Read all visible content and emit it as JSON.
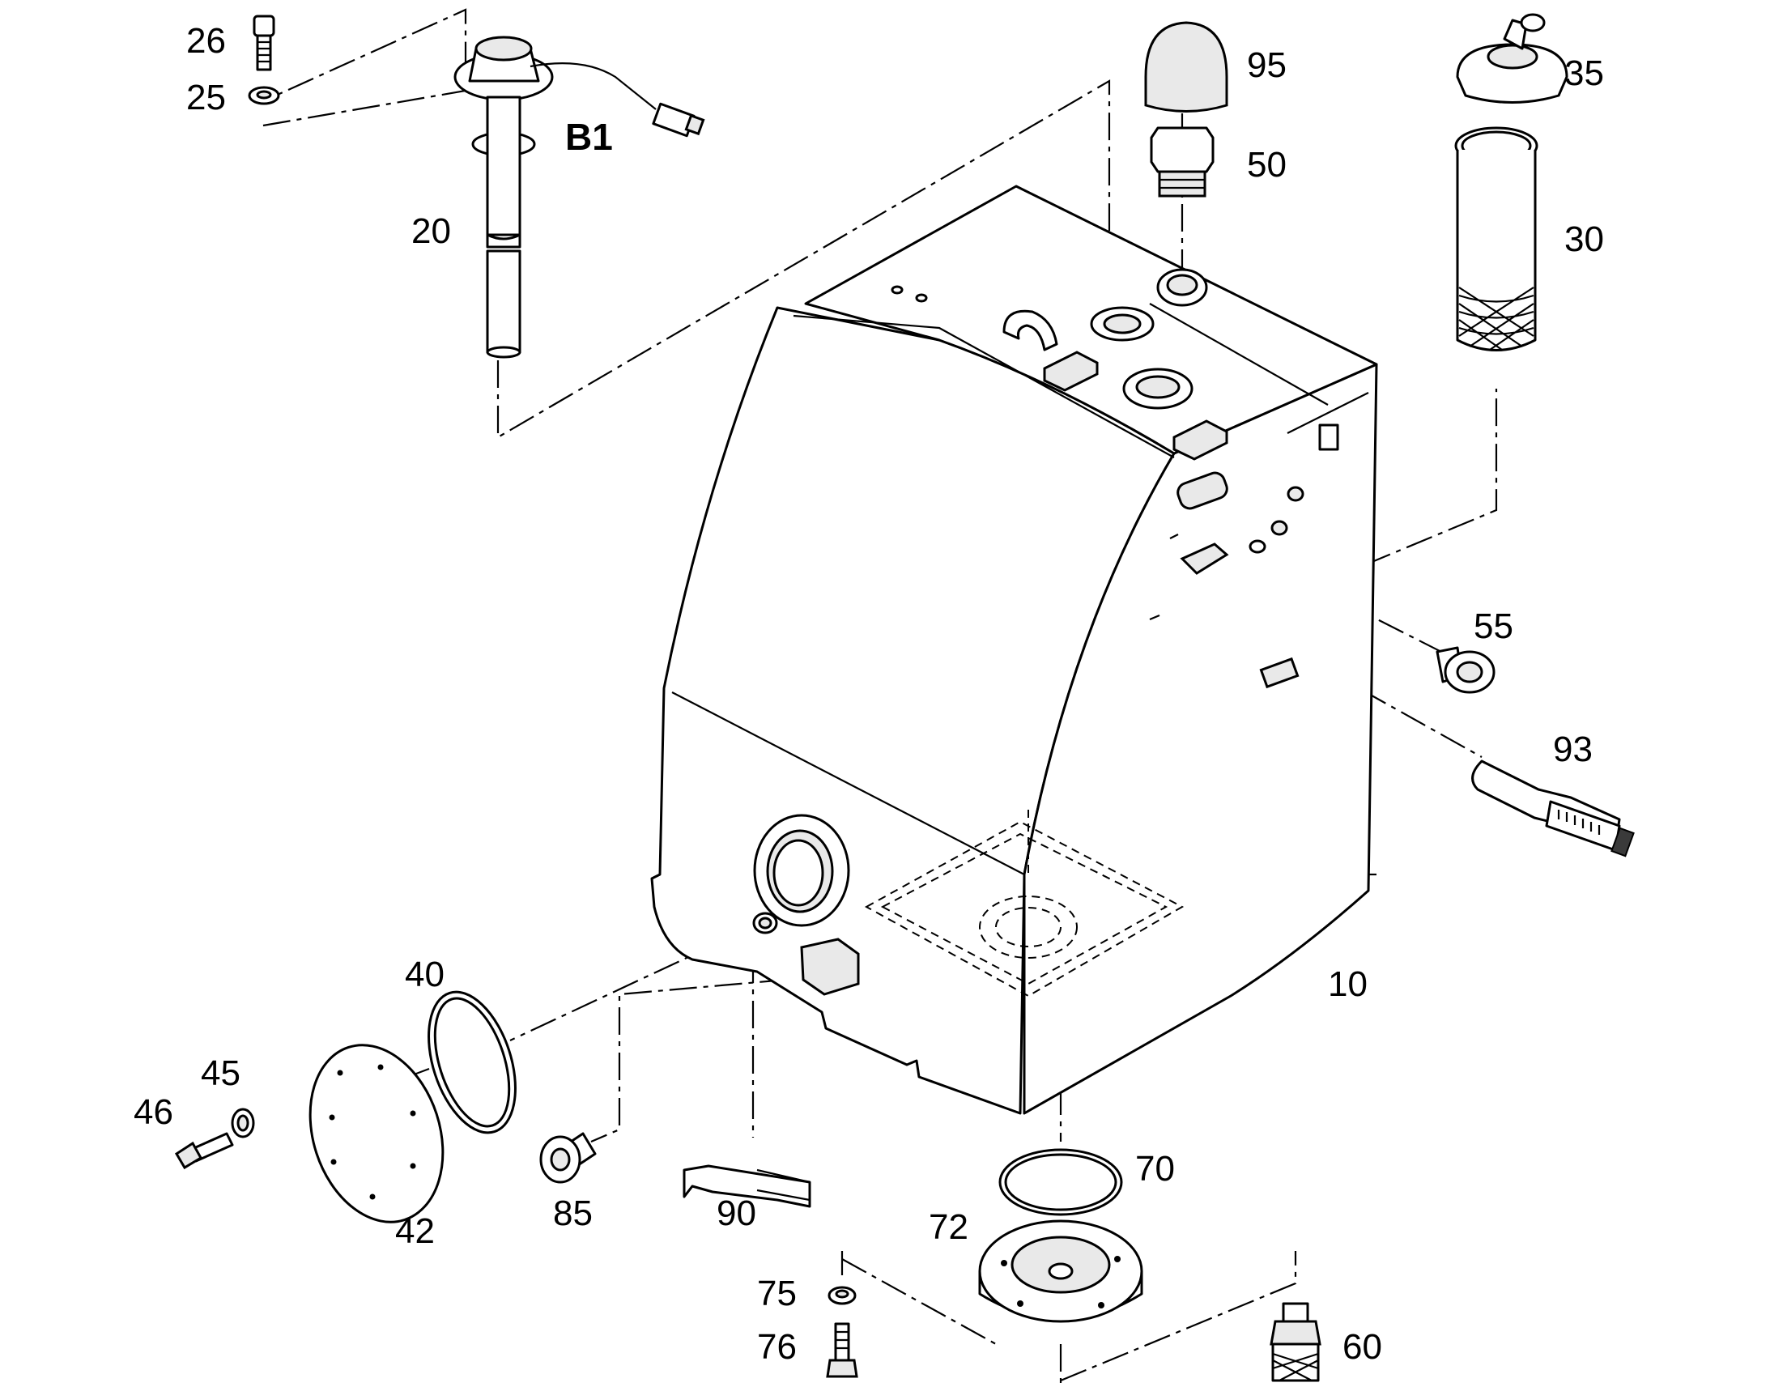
{
  "labels": {
    "p26": "26",
    "p25": "25",
    "b1": "B1",
    "p20": "20",
    "p95": "95",
    "p50": "50",
    "p35": "35",
    "p30": "30",
    "p55": "55",
    "p93": "93",
    "p10": "10",
    "p40": "40",
    "p45": "45",
    "p46": "46",
    "p42": "42",
    "p85": "85",
    "p90": "90",
    "p70": "70",
    "p72": "72",
    "p75": "75",
    "p76": "76",
    "p60": "60"
  }
}
